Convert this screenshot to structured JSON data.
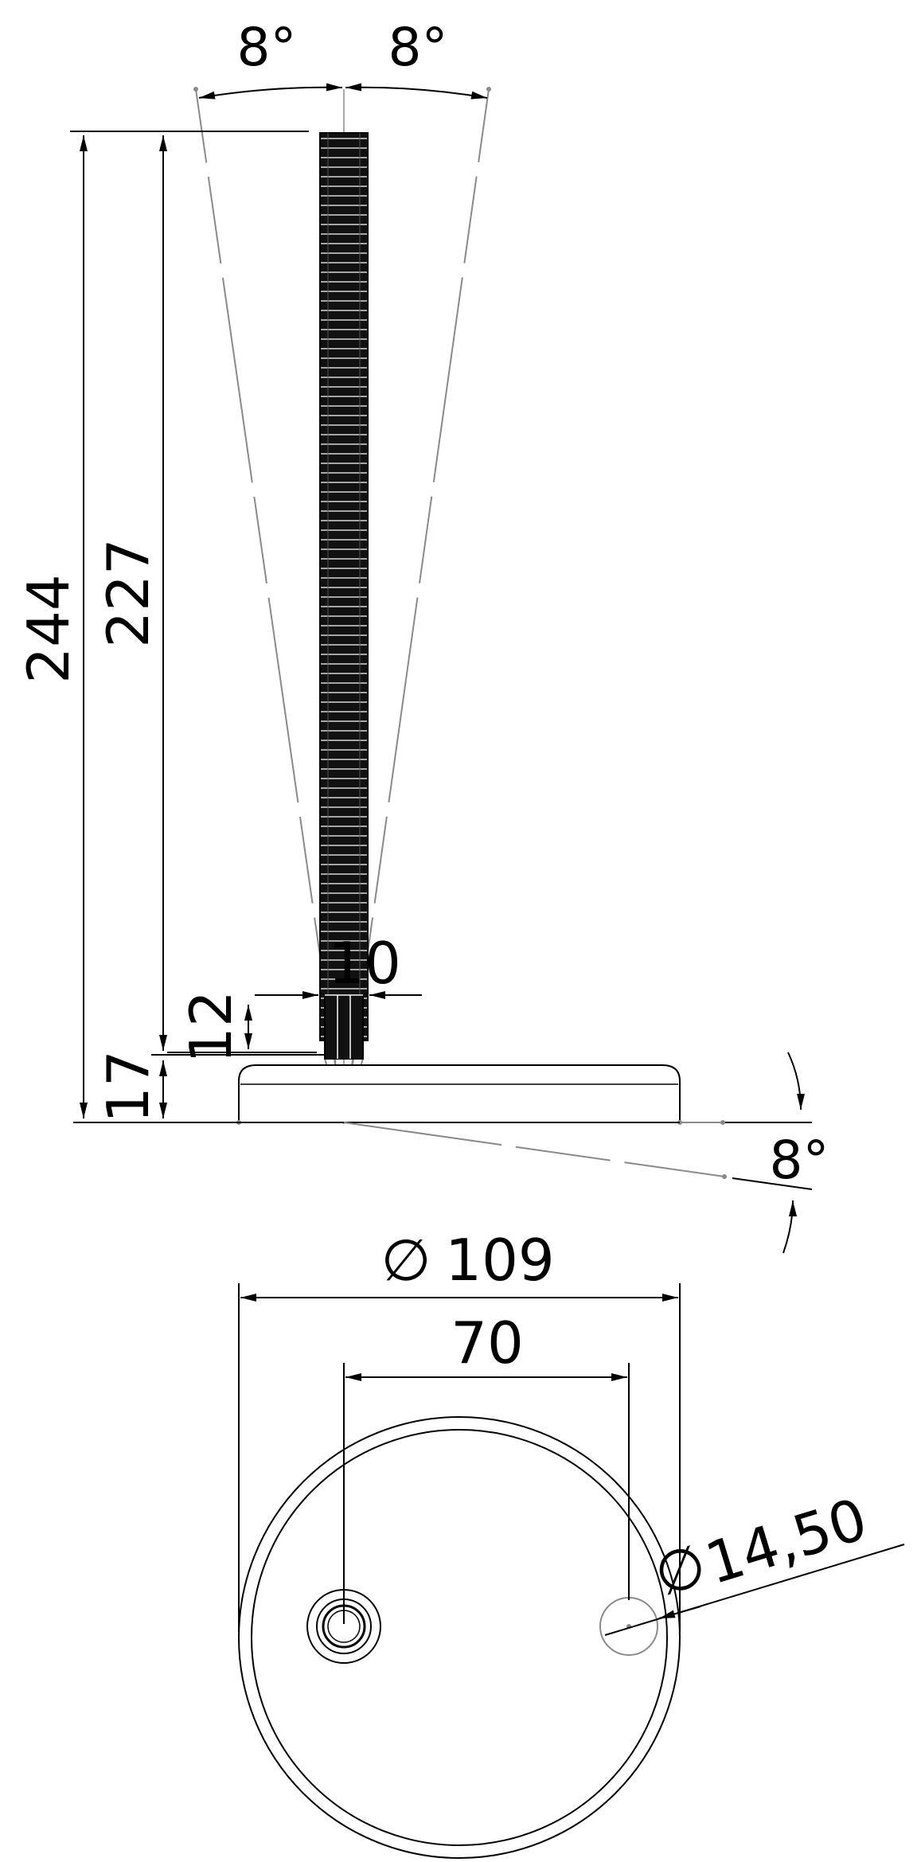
{
  "colors": {
    "line": "#000000",
    "construction": "#8a8a8a",
    "thread_fill": "#111111",
    "background": "#ffffff"
  },
  "dimensions": {
    "tilt_left": "8°",
    "tilt_right": "8°",
    "tilt_base": "8°",
    "overall_height": "244",
    "thread_height": "227",
    "thread_diameter": "10",
    "nut_height": "12",
    "base_height": "17",
    "base_diameter_symbol": "∅",
    "base_diameter": "109",
    "hole_spacing": "70",
    "hole_diameter": "14,50"
  }
}
